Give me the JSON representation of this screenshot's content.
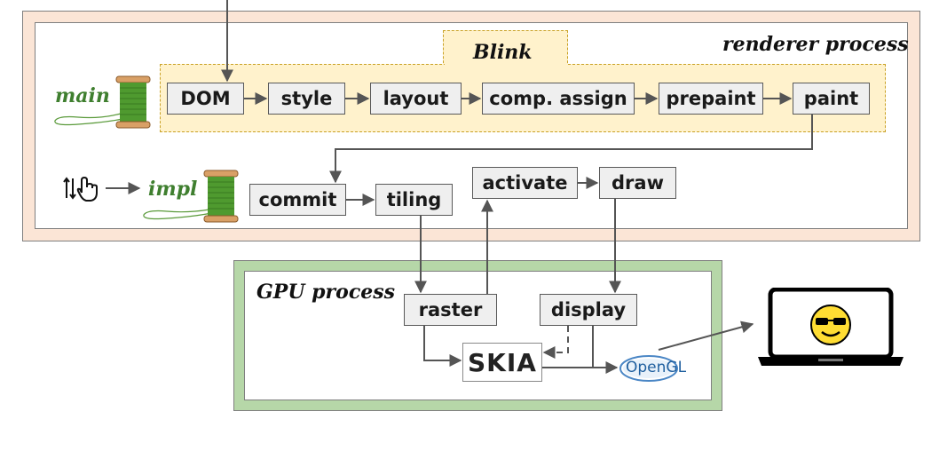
{
  "renderer": {
    "title": "renderer process"
  },
  "blink": {
    "title": "Blink"
  },
  "threads": {
    "main": "main",
    "impl": "impl"
  },
  "pipeline": {
    "dom": "DOM",
    "style": "style",
    "layout": "layout",
    "comp_assign": "comp. assign",
    "prepaint": "prepaint",
    "paint": "paint",
    "commit": "commit",
    "tiling": "tiling",
    "activate": "activate",
    "draw": "draw"
  },
  "gpu": {
    "title": "GPU process",
    "raster": "raster",
    "display": "display"
  },
  "logos": {
    "skia": "SKIA",
    "opengl": "OpenGL"
  },
  "icons": [
    "scroll-input-icon",
    "spool-icon",
    "laptop-icon",
    "smiley-sunglasses-icon"
  ],
  "colors": {
    "renderer_bg": "#fbe5d6",
    "blink_bg": "#fff2cc",
    "gpu_bg": "#b6d7a8",
    "thread_text": "#3f7f2f",
    "box_bg": "#efefef"
  }
}
